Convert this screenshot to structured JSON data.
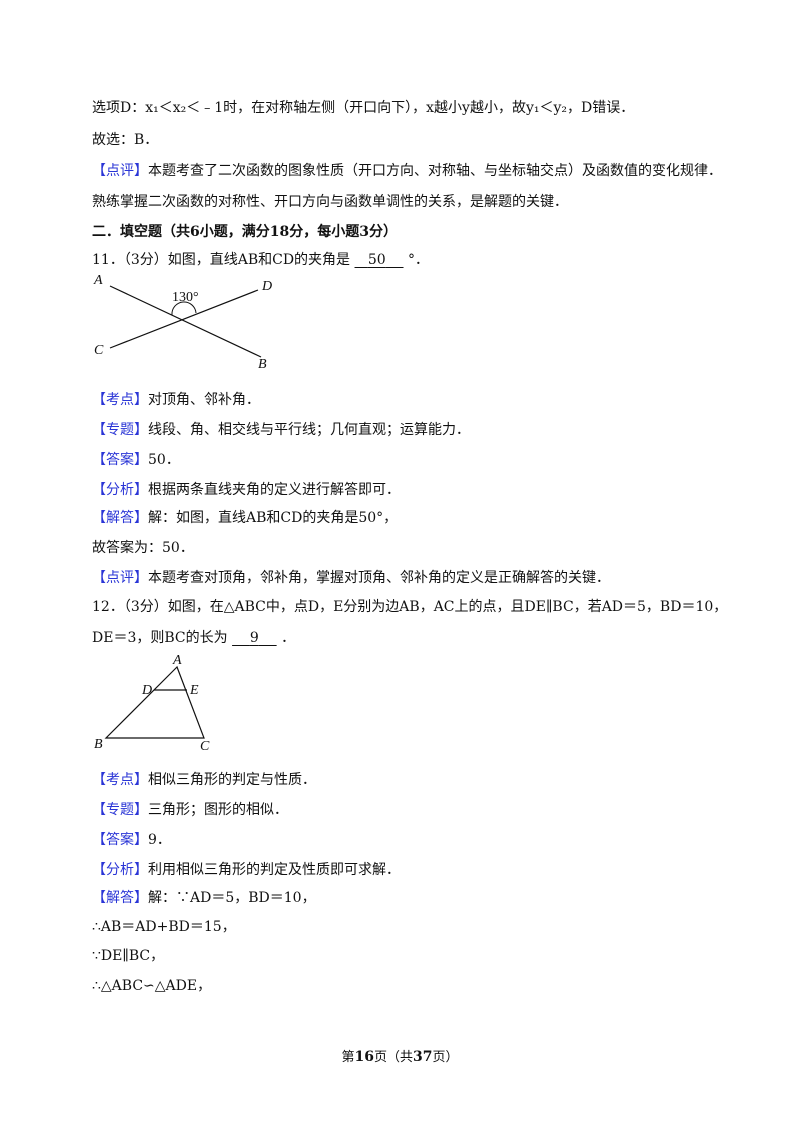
{
  "lines": {
    "l1": "选项D：x₁＜x₂＜﹣1时，在对称轴左侧（开口向下），x越小y越小，故y₁＜y₂，D错误．",
    "l2": "故选：B．",
    "l3_tag": "【点评】",
    "l3": "本题考查了二次函数的图象性质（开口方向、对称轴、与坐标轴交点）及函数值的变化规律．",
    "l4": "熟练掌握二次函数的对称性、开口方向与函数单调性的关系，是解题的关键．",
    "section": "二．填空题（共6小题，满分18分，每小题3分）"
  },
  "q11": {
    "stem_pre": "11．（3分）如图，直线AB和CD的夹角是",
    "answer_blank": "50",
    "stem_post": "°．",
    "figure": {
      "angle_label": "130°",
      "A": "A",
      "B": "B",
      "C": "C",
      "D": "D"
    },
    "kaodian_tag": "【考点】",
    "kaodian": "对顶角、邻补角．",
    "zhuanti_tag": "【专题】",
    "zhuanti": "线段、角、相交线与平行线；几何直观；运算能力．",
    "daan_tag": "【答案】",
    "daan": "50．",
    "fenxi_tag": "【分析】",
    "fenxi": "根据两条直线夹角的定义进行解答即可．",
    "jieda_tag": "【解答】",
    "jieda": "解：如图，直线AB和CD的夹角是50°，",
    "result": "故答案为：50．",
    "dianping_tag": "【点评】",
    "dianping": "本题考查对顶角，邻补角，掌握对顶角、邻补角的定义是正确解答的关键．"
  },
  "q12": {
    "stem1": "12．（3分）如图，在△ABC中，点D，E分别为边AB，AC上的点，且DE∥BC，若AD＝5，BD＝10，",
    "stem2_pre": "DE＝3，则BC的长为",
    "answer_blank": "9",
    "stem2_post": "．",
    "figure": {
      "A": "A",
      "B": "B",
      "C": "C",
      "D": "D",
      "E": "E"
    },
    "kaodian_tag": "【考点】",
    "kaodian": "相似三角形的判定与性质．",
    "zhuanti_tag": "【专题】",
    "zhuanti": "三角形；图形的相似．",
    "daan_tag": "【答案】",
    "daan": "9．",
    "fenxi_tag": "【分析】",
    "fenxi": "利用相似三角形的判定及性质即可求解．",
    "jieda_tag": "【解答】",
    "jieda": "解：∵AD＝5，BD＝10，",
    "step1": "∴AB＝AD+BD＝15，",
    "step2": "∵DE∥BC，",
    "step3": "∴△ABC∽△ADE，"
  },
  "footer": {
    "pre": "第",
    "page": "16",
    "mid": "页（共",
    "total": "37",
    "post": "页）"
  },
  "colors": {
    "tag": "#2a35d6",
    "text": "#111111"
  }
}
